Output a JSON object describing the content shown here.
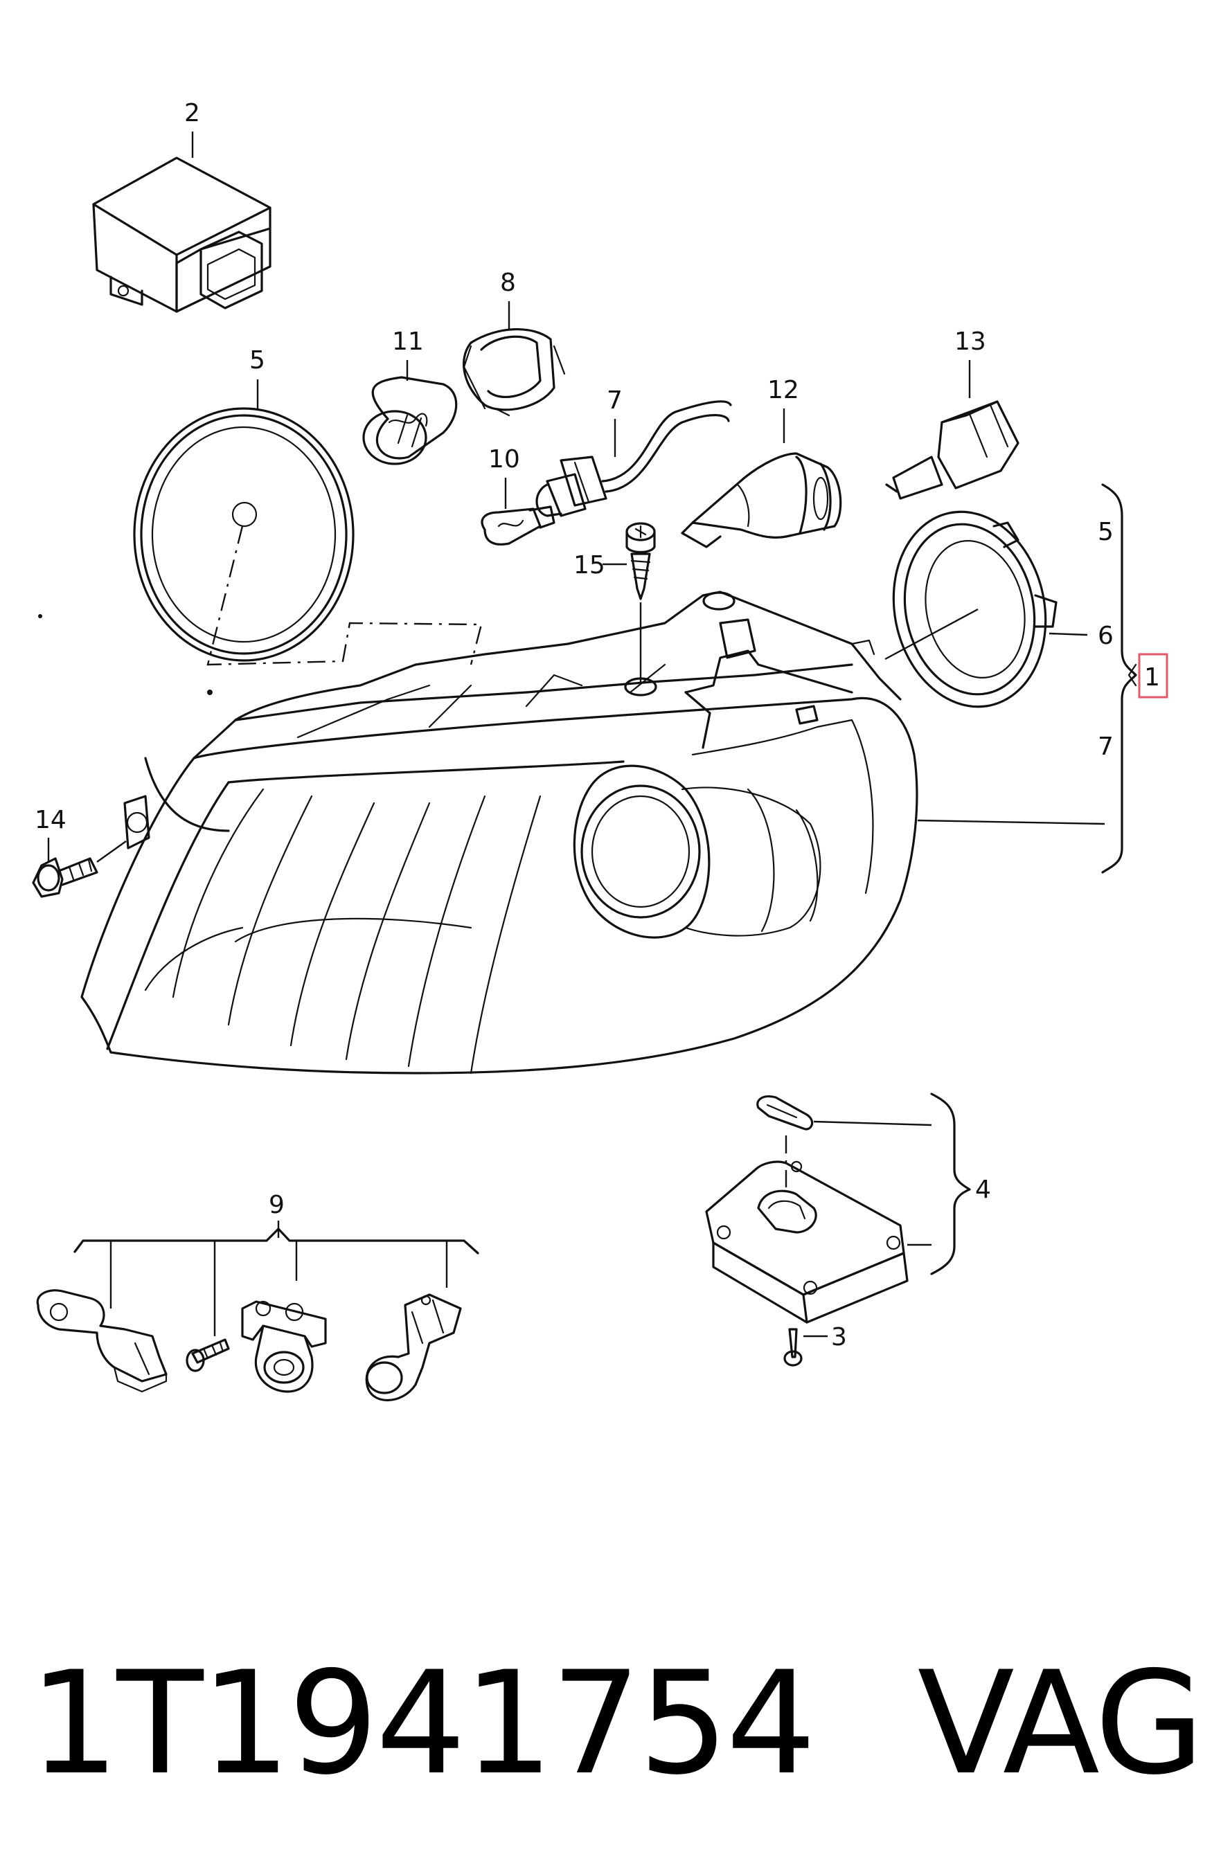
{
  "callouts": {
    "c1": "1",
    "c2": "2",
    "c3": "3",
    "c4": "4",
    "c5a": "5",
    "c5b": "5",
    "c6": "6",
    "c7a": "7",
    "c7b": "7",
    "c8": "8",
    "c9": "9",
    "c10": "10",
    "c11": "11",
    "c12": "12",
    "c13": "13",
    "c14": "14",
    "c15": "15"
  },
  "footer": {
    "part_number": "1T1941754",
    "brand": "VAG"
  },
  "colors": {
    "line": "#111111",
    "highlight_box": "#e05a6a"
  }
}
